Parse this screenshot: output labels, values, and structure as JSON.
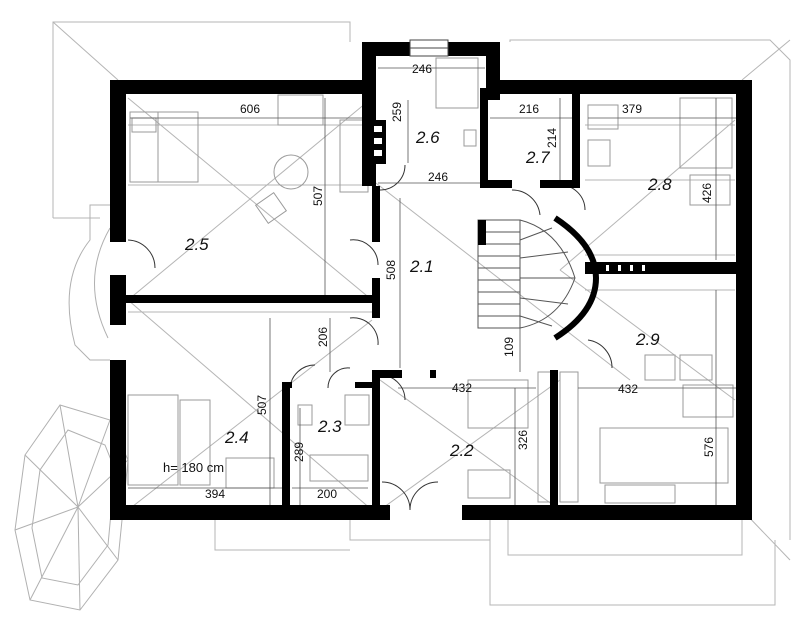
{
  "rooms": {
    "r21": "2.1",
    "r22": "2.2",
    "r23": "2.3",
    "r24": "2.4",
    "r25": "2.5",
    "r26": "2.6",
    "r27": "2.7",
    "r28": "2.8",
    "r29": "2.9"
  },
  "dimensions": {
    "d606": "606",
    "d246_top": "246",
    "d259": "259",
    "d246_bot": "246",
    "d216": "216",
    "d214": "214",
    "d379": "379",
    "d426": "426",
    "d507_upper": "507",
    "d508": "508",
    "d206": "206",
    "d109": "109",
    "d432_left": "432",
    "d432_right": "432",
    "d326": "326",
    "d507_lower": "507",
    "d289": "289",
    "d200": "200",
    "d394": "394",
    "d576": "576"
  },
  "height_note": "h= 180 cm"
}
